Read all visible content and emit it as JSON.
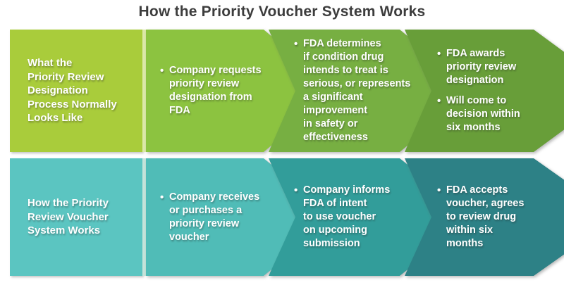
{
  "title": "How the Priority Voucher System Works",
  "glyphs": {
    "bullet": "•"
  },
  "colors": {
    "title_text": "#3d3d3d",
    "text": "#ffffff",
    "row1_label": "#a9cc3b",
    "row1_label_stripe": "#dce9a8",
    "row1_step1": "#8cc340",
    "row1_step2": "#77af42",
    "row1_step3": "#689e39",
    "row2_label": "#5bc5c1",
    "row2_label_stripe": "#c5e4da",
    "row2_step1": "#50bcb7",
    "row2_step2": "#329d9a",
    "row2_step3": "#2d8186"
  },
  "rows": [
    {
      "label": "What the\nPriority Review\nDesignation\nProcess Normally\nLooks Like",
      "steps": [
        {
          "bullets": [
            "Company requests\npriority review\ndesignation from\nFDA"
          ]
        },
        {
          "bullets": [
            "FDA determines\nif condition drug\nintends to treat is\nserious, or represents\na significant\nimprovement\nin safety or\neffectiveness"
          ]
        },
        {
          "bullets": [
            "FDA awards\npriority review\ndesignation",
            "Will come to\ndecision within\nsix months"
          ]
        }
      ]
    },
    {
      "label": "How the Priority\nReview Voucher\nSystem Works",
      "steps": [
        {
          "bullets": [
            "Company receives\nor purchases a\npriority review\nvoucher"
          ]
        },
        {
          "bullets": [
            "Company informs\nFDA of intent\nto use voucher\non upcoming\nsubmission"
          ]
        },
        {
          "bullets": [
            "FDA accepts\nvoucher, agrees\nto review drug\nwithin six\nmonths"
          ]
        }
      ]
    }
  ]
}
